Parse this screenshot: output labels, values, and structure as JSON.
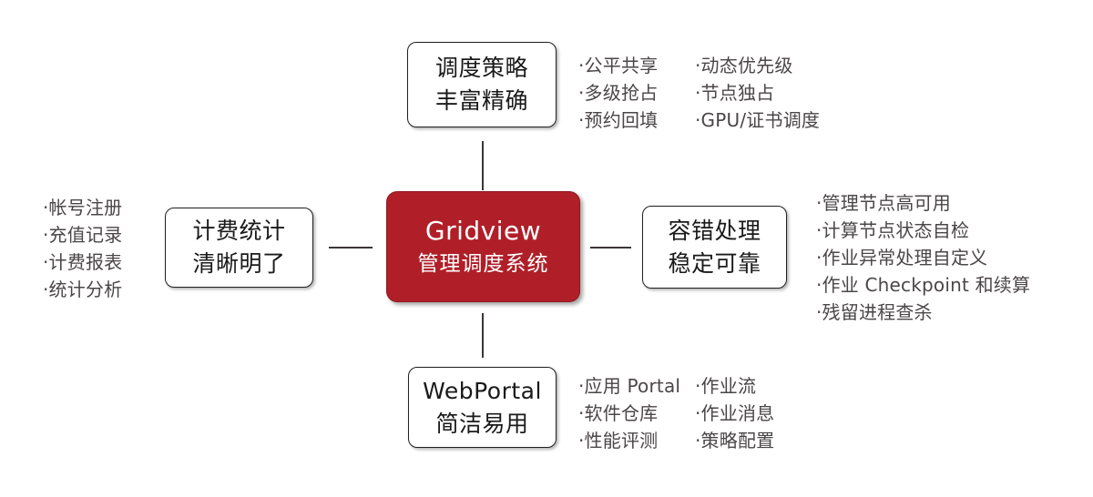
{
  "diagram": {
    "title_center": {
      "line1": "Gridview",
      "line2": "管理调度系统",
      "color": "#b01f28"
    },
    "nodes": {
      "top": {
        "line1": "调度策略",
        "line2": "丰富精确"
      },
      "left": {
        "line1": "计费统计",
        "line2": "清晰明了"
      },
      "right": {
        "line1": "容错处理",
        "line2": "稳定可靠"
      },
      "bottom": {
        "line1": "WebPortal",
        "line2": "简洁易用"
      }
    },
    "bullet_groups": {
      "top": {
        "col1": [
          "·公平共享",
          "·多级抢占",
          "·预约回填"
        ],
        "col2": [
          "·动态优先级",
          "·节点独占",
          "·GPU/证书调度"
        ]
      },
      "left": {
        "col1": [
          "·帐号注册",
          "·充值记录",
          "·计费报表",
          "·统计分析"
        ]
      },
      "right": {
        "col1": [
          "·管理节点高可用",
          "·计算节点状态自检",
          "·作业异常处理自定义",
          "·作业 Checkpoint 和续算",
          "·残留进程查杀"
        ]
      },
      "bottom": {
        "col1": [
          "·应用 Portal",
          "·软件仓库",
          "·性能评测"
        ],
        "col2": [
          "·作业流",
          "·作业消息",
          "·策略配置"
        ]
      }
    },
    "connectors": [
      "center-to-top",
      "center-to-left",
      "center-to-right",
      "center-to-bottom"
    ],
    "colors": {
      "accent_red": "#b01f28",
      "box_border": "#231f20",
      "bullet_text": "#4b4648",
      "connector": "#3b3537",
      "background": "#ffffff"
    }
  }
}
